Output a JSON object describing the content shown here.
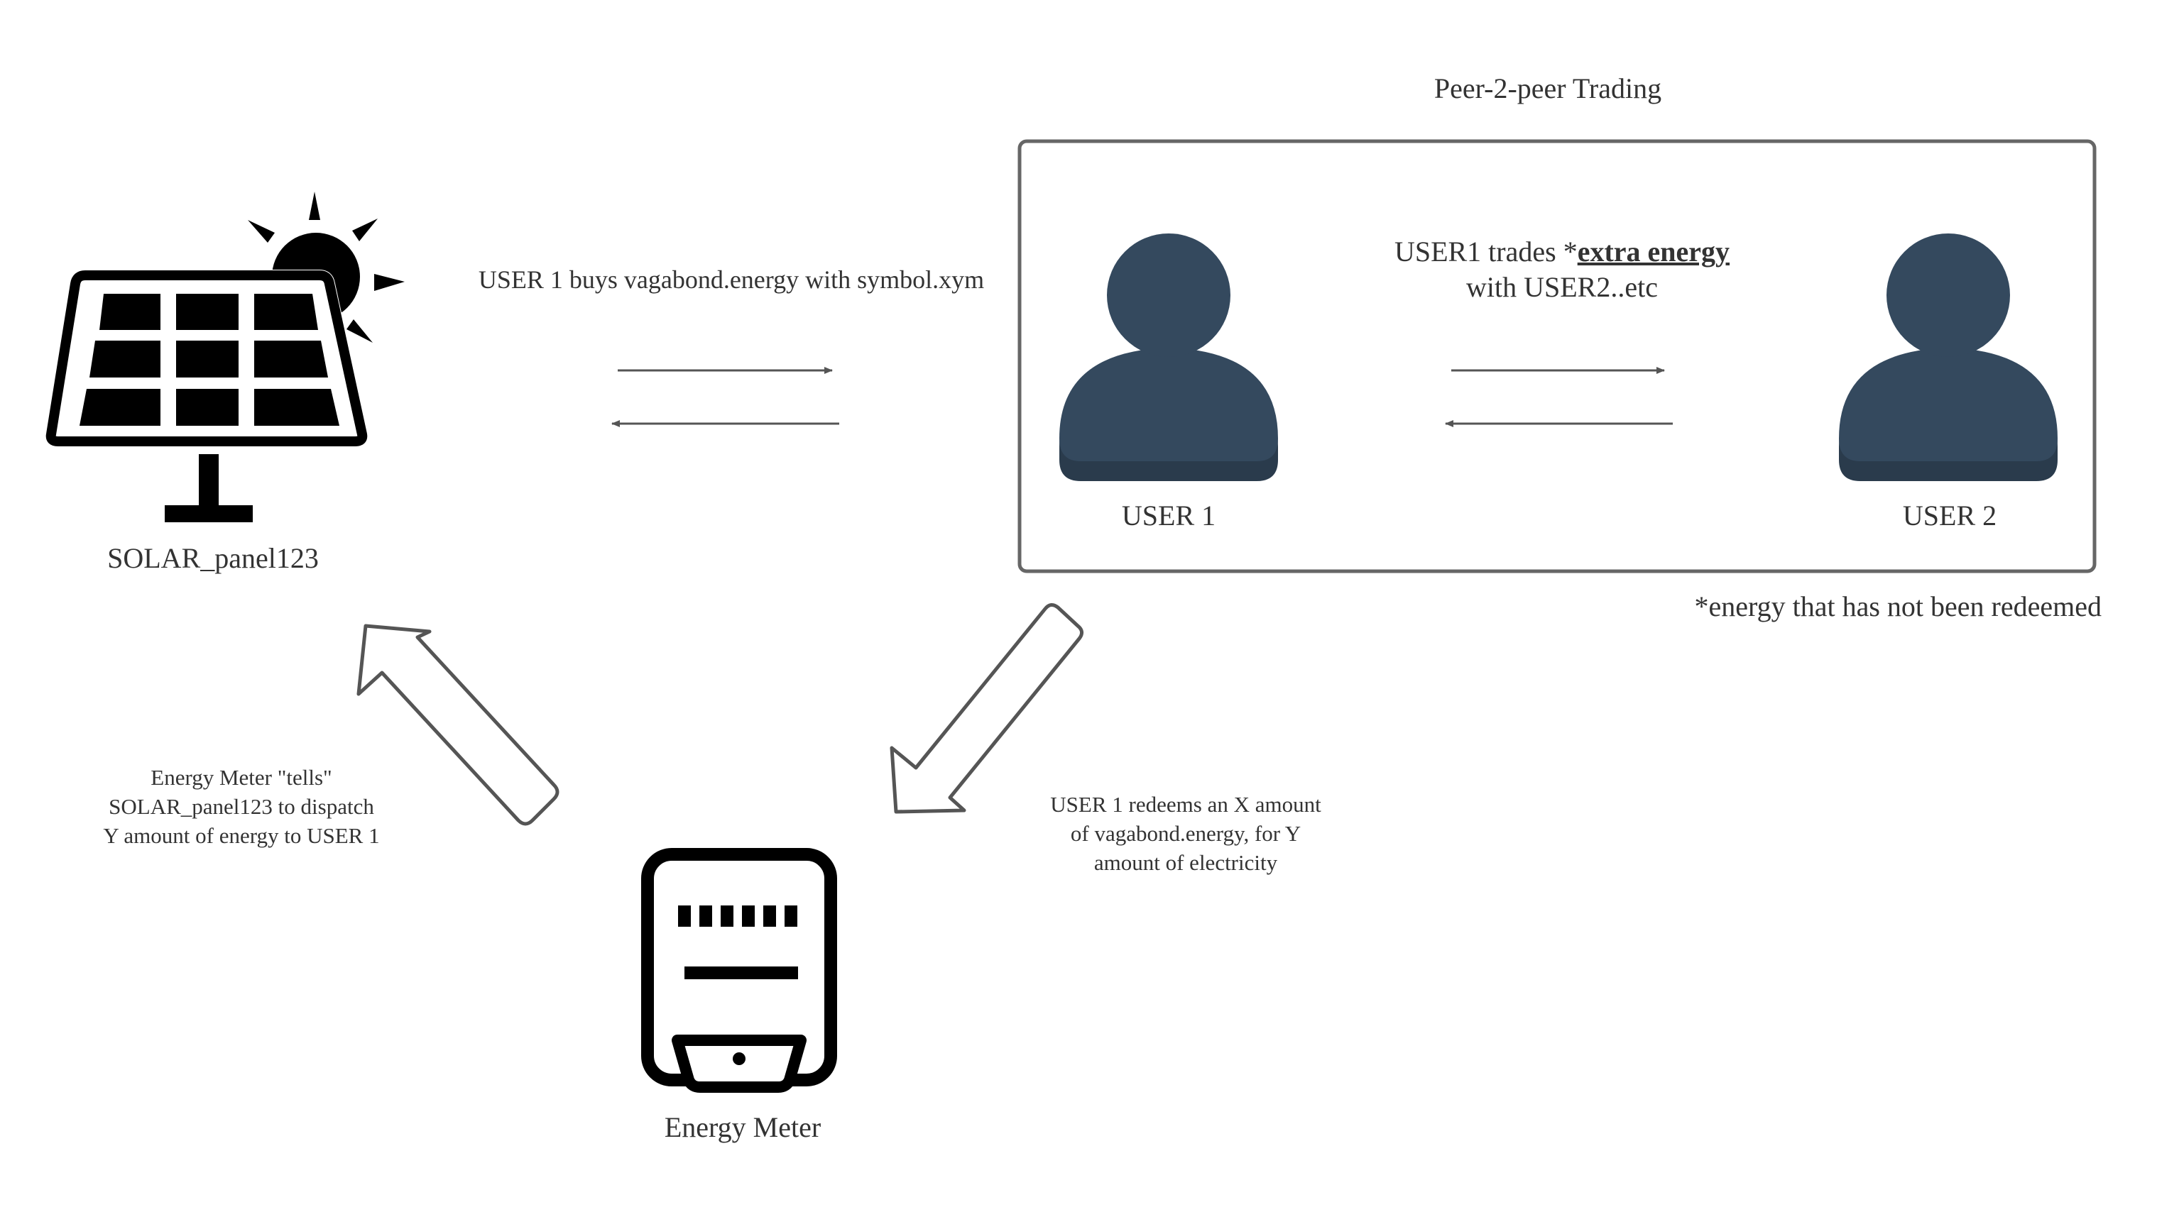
{
  "diagram": {
    "p2p_title": "Peer-2-peer Trading",
    "solar_label": "SOLAR_panel123",
    "buy_label": "USER 1 buys vagabond.energy with symbol.xym",
    "trade_prefix": "USER1 trades *",
    "trade_emphasis": "extra energy",
    "trade_line2": "with USER2..etc",
    "user1_label": "USER 1",
    "user2_label": "USER 2",
    "footnote": "*energy that has not been redeemed",
    "meter_tells_lines": [
      "Energy Meter \"tells\"",
      "SOLAR_panel123 to dispatch",
      "Y amount of energy to USER 1"
    ],
    "redeem_lines": [
      "USER 1 redeems an X amount",
      "of vagabond.energy, for Y",
      "amount of electricity"
    ],
    "meter_label": "Energy Meter"
  },
  "colors": {
    "user_fill": "#34495e",
    "user_shadow": "#2a3b4c",
    "box_stroke": "#666666",
    "arrow_stroke": "#555555",
    "icon_fill": "#000000",
    "text": "#333333"
  },
  "icons": [
    "solar-panel-icon",
    "sun-icon",
    "user-icon",
    "energy-meter-icon"
  ]
}
